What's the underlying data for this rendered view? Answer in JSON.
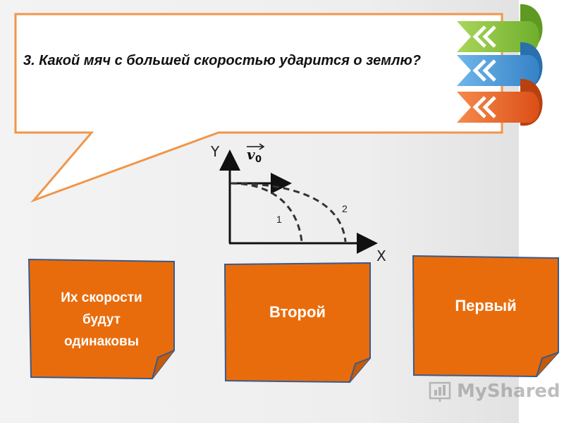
{
  "question": "3. Какой мяч с большей скоростью ударится о землю?",
  "graph": {
    "y_axis_label": "Y",
    "x_axis_label": "X",
    "velocity_label": "v",
    "velocity_subscript": "0",
    "curve_1_label": "1",
    "curve_2_label": "2"
  },
  "answers": [
    {
      "label": "Их скорости будут одинаковы"
    },
    {
      "label": "Второй"
    },
    {
      "label": "Первый"
    }
  ],
  "watermark": "MyShared",
  "colors": {
    "card_orange": "#e96c0c",
    "bubble_border": "#f0964a",
    "ribbon_green": "#8cc63e",
    "ribbon_blue": "#4a9bd9",
    "ribbon_orange": "#ee6a2a"
  }
}
